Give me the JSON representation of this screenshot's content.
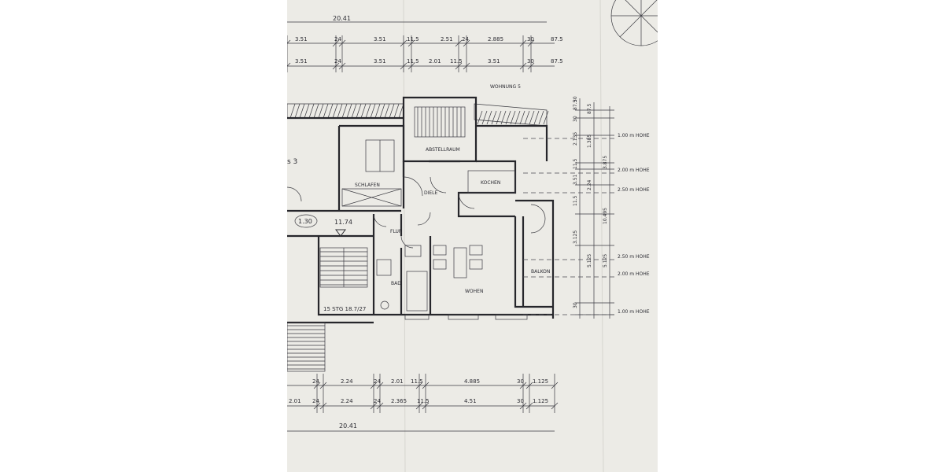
{
  "drawing": {
    "top_dims": {
      "overall": "20.41",
      "row1": [
        "3.51",
        "24",
        "3.51",
        "11.5",
        "2.51",
        "24",
        "2.885",
        "30",
        "87.5"
      ],
      "row2": [
        "3.51",
        "24",
        "3.51",
        "11.5",
        "2.01",
        "11.5",
        "3.51",
        "30",
        "87.5"
      ]
    },
    "unit_label": "WOHNUNG 5",
    "unit_left": "s 3",
    "rooms": {
      "abstellraum": "ABSTELLRAUM",
      "schlafen": "SCHLAFEN",
      "diele": "DIELE",
      "kochen": "KOCHEN",
      "flur": "FLUR",
      "bad": "BAD",
      "wohnen": "WOHEN",
      "balkon": "BALKON"
    },
    "level_mark": "11.74",
    "step_mark": "1.30",
    "stair_note": "15 STG 18.7/27",
    "right_dims": {
      "outer": [
        "30",
        "87.5",
        "30",
        "2.135",
        "11.5",
        "3.51",
        "11.5",
        "3.125",
        "30"
      ],
      "middle": [
        "87.5",
        "1.385",
        "2.24",
        "5.125"
      ],
      "inner": [
        "3.875",
        "10.495",
        "5.125"
      ]
    },
    "heights": [
      "1.00 m HOHE",
      "2.00 m HOHE",
      "2.50 m HOHE",
      "2.50 m HOHE",
      "2.00 m HOHE",
      "1.00 m HOHE"
    ],
    "bottom_dims": {
      "row1": [
        "24",
        "2.24",
        "24",
        "2.01",
        "11.5",
        "4.885",
        "30",
        "1.125"
      ],
      "row2": [
        "2.01",
        "24",
        "2.24",
        "24",
        "2.365",
        "11.5",
        "4.51",
        "30",
        "1.125"
      ],
      "overall": "20.41"
    }
  }
}
